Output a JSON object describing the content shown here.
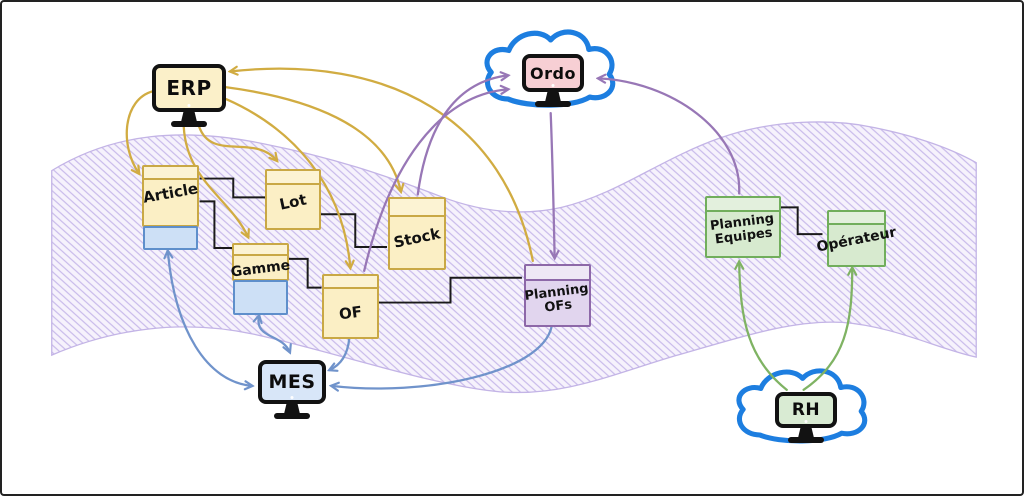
{
  "systems": {
    "erp": {
      "label": "ERP",
      "screen_color": "#FBF0C9"
    },
    "ordo": {
      "label": "Ordo",
      "screen_color": "#F7CFD4"
    },
    "mes": {
      "label": "MES",
      "screen_color": "#D8E6F8"
    },
    "rh": {
      "label": "RH",
      "screen_color": "#D9EBD3"
    }
  },
  "entities": {
    "article": {
      "label": "Article"
    },
    "lot": {
      "label": "Lot"
    },
    "gamme": {
      "label": "Gamme"
    },
    "stock": {
      "label": "Stock"
    },
    "of": {
      "label": "OF"
    },
    "planning_ofs": {
      "line1": "Planning",
      "line2": "OFs"
    },
    "planning_equipes": {
      "line1": "Planning",
      "line2": "Equipes"
    },
    "operateur": {
      "label": "Opérateur"
    }
  },
  "colors": {
    "gold_arrow": "#D1AC42",
    "purple_arrow": "#9877B6",
    "blue_arrow": "#7093CB",
    "green_arrow": "#7FB363",
    "cloud_outline": "#1D7EE0",
    "band_hatch": "#C8BAEA",
    "band_fill": "#F6F2FC",
    "connector": "#1a1a1a",
    "gold_box_border": "#C9A845",
    "purple_box_border": "#8D68A8",
    "green_box_border": "#71AE5C",
    "blue_box_border": "#5E8FCB"
  },
  "edges": [
    {
      "from": "ERP",
      "to": "Article",
      "color": "gold"
    },
    {
      "from": "ERP",
      "to": "Lot",
      "color": "gold"
    },
    {
      "from": "ERP",
      "to": "Gamme",
      "color": "gold"
    },
    {
      "from": "ERP",
      "to": "Stock",
      "color": "gold"
    },
    {
      "from": "ERP",
      "to": "OF",
      "color": "gold"
    },
    {
      "from": "Planning OFs",
      "to": "ERP",
      "color": "gold"
    },
    {
      "from": "Stock",
      "to": "Ordo",
      "color": "purple"
    },
    {
      "from": "OF",
      "to": "Ordo",
      "color": "purple"
    },
    {
      "from": "Planning Equipes",
      "to": "Ordo",
      "color": "purple"
    },
    {
      "from": "Ordo",
      "to": "Planning OFs",
      "color": "purple"
    },
    {
      "from": "MES",
      "to": "Article",
      "color": "blue",
      "bidirectional": true
    },
    {
      "from": "MES",
      "to": "Gamme",
      "color": "blue",
      "bidirectional": true
    },
    {
      "from": "OF",
      "to": "MES",
      "color": "blue"
    },
    {
      "from": "Planning OFs",
      "to": "MES",
      "color": "blue"
    },
    {
      "from": "RH",
      "to": "Planning Equipes",
      "color": "green"
    },
    {
      "from": "RH",
      "to": "Opérateur",
      "color": "green"
    }
  ]
}
